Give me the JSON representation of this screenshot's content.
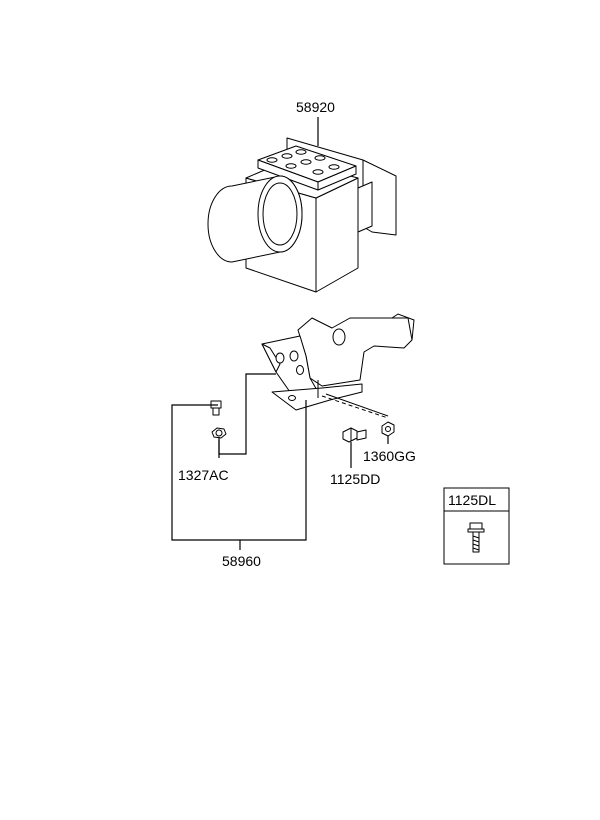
{
  "labels": {
    "abs_module": "58920",
    "bracket": "58960",
    "nut": "1327AC",
    "bolt": "1125DD",
    "washer_nut": "1360GG",
    "inset_bolt": "1125DL"
  }
}
